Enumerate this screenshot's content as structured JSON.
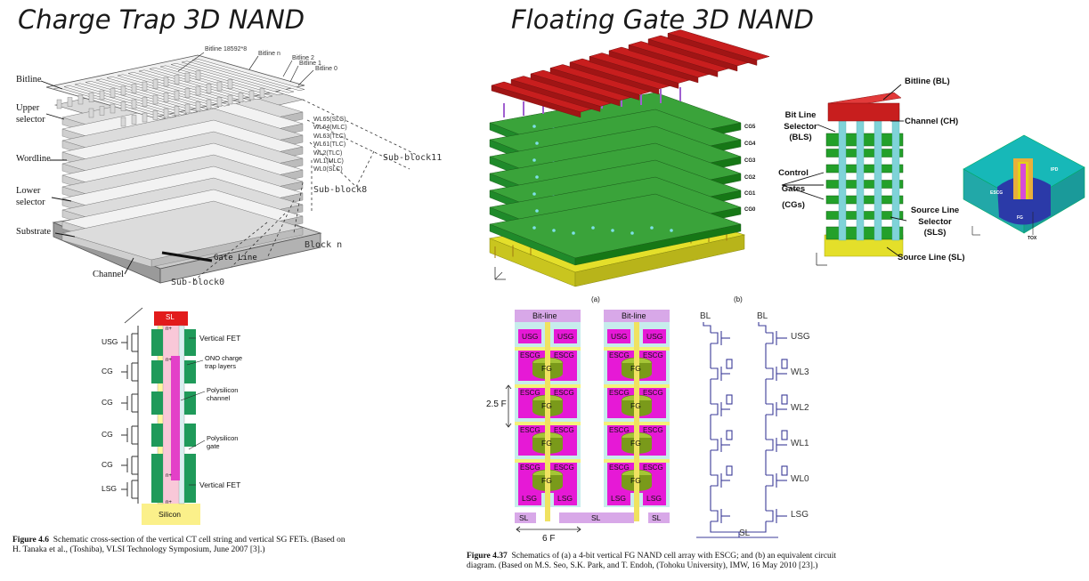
{
  "titles": {
    "left": "Charge Trap 3D NAND",
    "right": "Floating Gate 3D NAND"
  },
  "ct_block": {
    "left_labels": [
      "Bitline",
      "Upper selector",
      "Wordline",
      "Lower selector",
      "Substrate",
      "Channel"
    ],
    "bitline_labels": [
      "Bitline 18592*8",
      "Bitline n",
      "Bitline 2",
      "Bitline 1",
      "Bitline 0"
    ],
    "wl_labels": [
      "WL65(SLC)",
      "WL64(MLC)",
      "WL63(TLC)",
      "WL61(TLC)",
      "WL2(TLC)",
      "WL1(MLC)",
      "WL0(SLC)"
    ],
    "subblock11": "Sub-block11",
    "subblock8": "Sub-block8",
    "block_n": "Block n",
    "gate_line": "Gate Line",
    "subblock0": "Sub-block0"
  },
  "ct_string": {
    "sl": "SL",
    "gates": [
      "USG",
      "CG",
      "CG",
      "CG",
      "CG",
      "LSG"
    ],
    "annotations": [
      "Vertical FET",
      "ONO charge trap layers",
      "Polysilicon channel",
      "Polysilicon gate",
      "Vertical FET"
    ],
    "n_plus": "n+",
    "silicon": "Silicon",
    "caption_label": "Figure 4.6",
    "caption_text": "Schematic cross-section of the vertical CT cell string and vertical SG FETs. (Based on H. Tanaka et al., (Toshiba), VLSI Technology Symposium, June 2007 [3].)"
  },
  "fg_3d": {
    "cg_labels": [
      "CG5",
      "CG4",
      "CG3",
      "CG2",
      "CG1",
      "CG0"
    ],
    "sub_a": "(a)",
    "sub_b": "(b)"
  },
  "fg_string": {
    "labels": [
      "Bitline (BL)",
      "Bit Line Selector (BLS)",
      "Channel (CH)",
      "Control Gates (CGs)",
      "Source Line Selector (SLS)",
      "Source Line (SL)"
    ],
    "cell_labels": [
      "IPD",
      "FG",
      "TOX",
      "ESCG"
    ]
  },
  "fg_cross": {
    "bitline": "Bit-line",
    "usg": "USG",
    "escg": "ESCG",
    "fg": "FG",
    "lsg": "LSG",
    "sl": "SL",
    "pitch_v": "2.5 F",
    "pitch_h": "6 F"
  },
  "fg_circuit": {
    "bl": "BL",
    "sl": "SL",
    "wl_labels": [
      "USG",
      "WL3",
      "WL2",
      "WL1",
      "WL0",
      "LSG"
    ]
  },
  "fg_caption": {
    "label": "Figure 4.37",
    "text": "Schematics of (a) a 4-bit vertical FG NAND cell array with ESCG; and (b) an equivalent circuit diagram. (Based on M.S. Seo, S.K. Park, and T. Endoh, (Tohoku University), IMW, 16 May 2010 [23].)"
  },
  "colors": {
    "magenta": "#e619d6",
    "pink_panel": "#d8a8e8",
    "olive": "#7a9a1a",
    "green": "#1f8a2a",
    "red": "#c81e1e",
    "cyan": "#7fd3d8",
    "yellow": "#e4df2a",
    "circuit": "#3b3b98"
  }
}
